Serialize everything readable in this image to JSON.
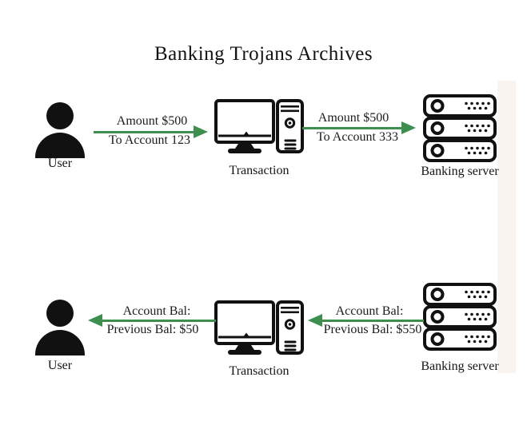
{
  "title": "Banking Trojans Archives",
  "colors": {
    "arrow_green": "#3e8e50",
    "icon_black": "#111111",
    "strip_pink": "#faf4f1",
    "background": "#ffffff"
  },
  "flows": [
    {
      "name": "payment-flow",
      "user_label": "User",
      "transaction_label": "Transaction",
      "server_label": "Banking server",
      "arrows": [
        {
          "direction": "right",
          "line1": "Amount $500",
          "line2": "To Account 123"
        },
        {
          "direction": "right",
          "line1": "Amount $500",
          "line2": "To Account 333"
        }
      ]
    },
    {
      "name": "balance-flow",
      "user_label": "User",
      "transaction_label": "Transaction",
      "server_label": "Banking server",
      "arrows": [
        {
          "direction": "left",
          "line1": "Account Bal:",
          "line2": "Previous Bal: $50"
        },
        {
          "direction": "left",
          "line1": "Account Bal:",
          "line2": "Previous Bal: $550"
        }
      ]
    }
  ]
}
